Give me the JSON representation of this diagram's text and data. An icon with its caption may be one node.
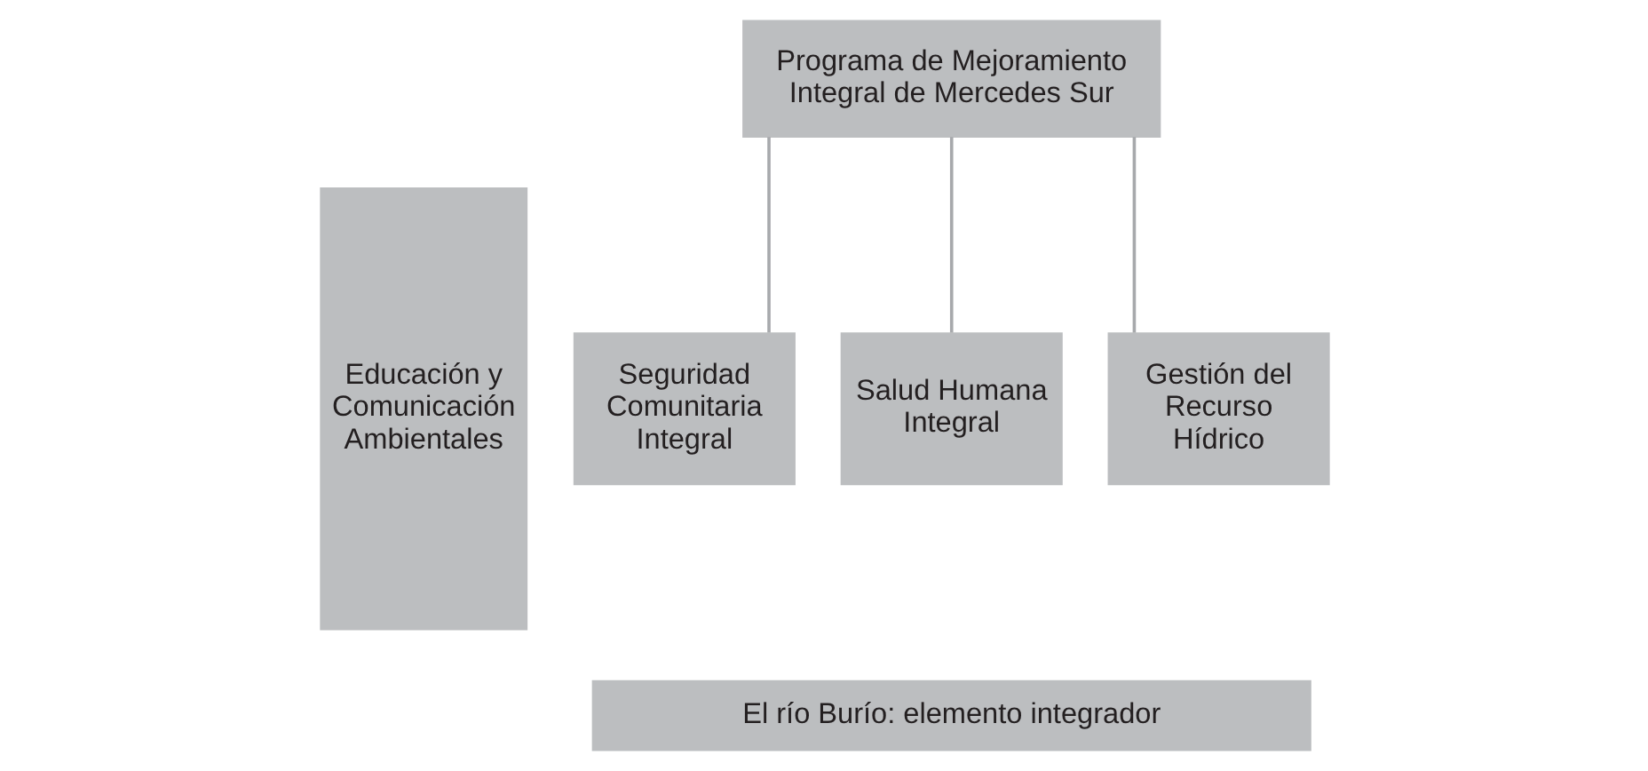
{
  "diagram": {
    "nodes": [
      {
        "text": [
          "Educación y Comunicación Ambientales"
        ]
      },
      {
        "text": [
          "Programa de Mejoramiento Integral de Mercedes Sur"
        ]
      },
      {
        "text": [
          "Seguridad Comunitaria Integral"
        ]
      },
      {
        "text": [
          "Salud Humana Integral"
        ]
      },
      {
        "text": [
          "Gestión del Recurso Hídrico"
        ]
      },
      {
        "text": [
          "El río Burío: elemento integrador"
        ]
      }
    ],
    "edges": [
      {
        "from": 1,
        "to": 2,
        "arrow": "none"
      },
      {
        "from": 1,
        "to": 3,
        "arrow": "none"
      },
      {
        "from": 1,
        "to": 4,
        "arrow": "none"
      }
    ]
  }
}
